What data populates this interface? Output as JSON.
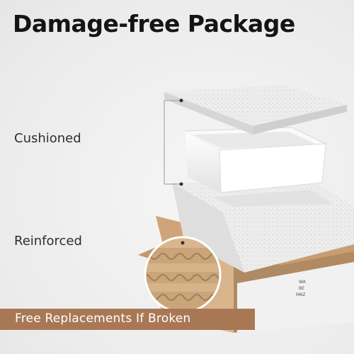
{
  "header": {
    "title": "Damage-free Package"
  },
  "callouts": {
    "cushioned": "Cushioned",
    "reinforced": "Reinforced"
  },
  "banner": {
    "text": "Free Replacements If Broken"
  },
  "illustration": {
    "box_marking": "WA\nBE\nMAZ"
  },
  "colors": {
    "banner": "#a87855",
    "cardboard": "#c9a57c",
    "foam": "#efefef",
    "title": "#141414"
  }
}
